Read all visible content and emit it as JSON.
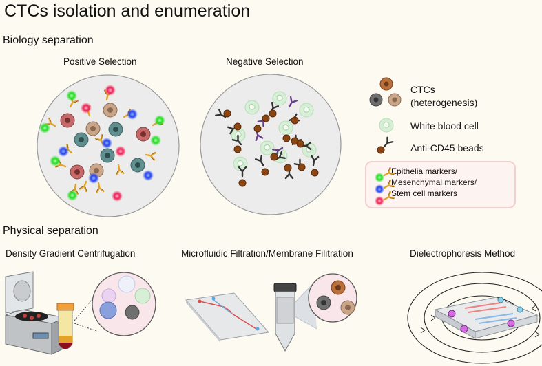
{
  "title": "CTCs  isolation and enumeration",
  "sections": {
    "biology": "Biology separation",
    "physical": "Physical separation"
  },
  "biology": {
    "positive_label": "Positive Selection",
    "negative_label": "Negative Selection"
  },
  "legend": {
    "ctc_line1": "CTCs",
    "ctc_line2": "(heterogenesis)",
    "wbc": "White blood cell",
    "antibody_beads": "Anti-CD45 beads",
    "markers": [
      "Epithelia markers/",
      "Mesenchymal markers/",
      "Stem cell markers"
    ]
  },
  "physical": {
    "density_label": "Density Gradient Centrifugation",
    "microfluidic_label": "Microfluidic Filtration/Membrane Filitration",
    "dielectro_label": "Dielectrophoresis Method"
  },
  "colors": {
    "background": "#fdfaf1",
    "circle_fill": "#ececec",
    "antibody_orange": "#e0a32a",
    "bead_brown": "#8b4513",
    "marker_green": "#22dd22",
    "marker_blue": "#2244ee",
    "marker_red": "#ee2255",
    "wbc_green": "#cdeccd",
    "ctc_red": "#c56a6a",
    "ctc_teal": "#5f8f8f",
    "ctc_tan": "#c9a58a",
    "ctc_gray": "#6f6f6f"
  }
}
